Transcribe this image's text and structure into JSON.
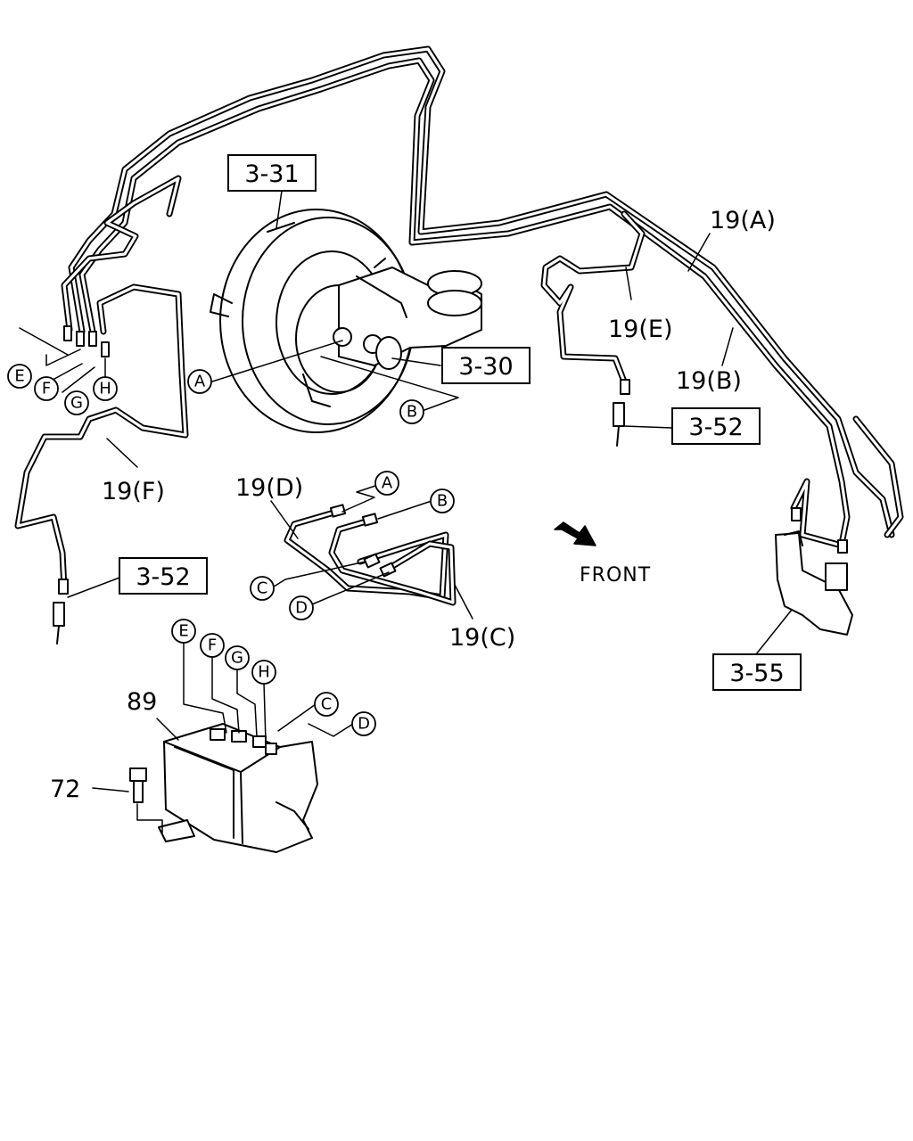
{
  "ref_boxes": {
    "booster": "3-31",
    "master_cylinder": "3-30",
    "hose_right": "3-52",
    "hose_left": "3-52",
    "bracket": "3-55"
  },
  "part_labels": {
    "pipe_a": "19(A)",
    "pipe_b": "19(B)",
    "pipe_c": "19(C)",
    "pipe_d": "19(D)",
    "pipe_e": "19(E)",
    "pipe_f": "19(F)",
    "hcu": "89",
    "bolt": "72"
  },
  "connectors": {
    "a": "A",
    "b": "B",
    "c": "C",
    "d": "D",
    "e": "E",
    "f": "F",
    "g": "G",
    "h": "H"
  },
  "direction_label": "FRONT",
  "icons": {
    "front_arrow": "arrow-down-right-icon"
  }
}
